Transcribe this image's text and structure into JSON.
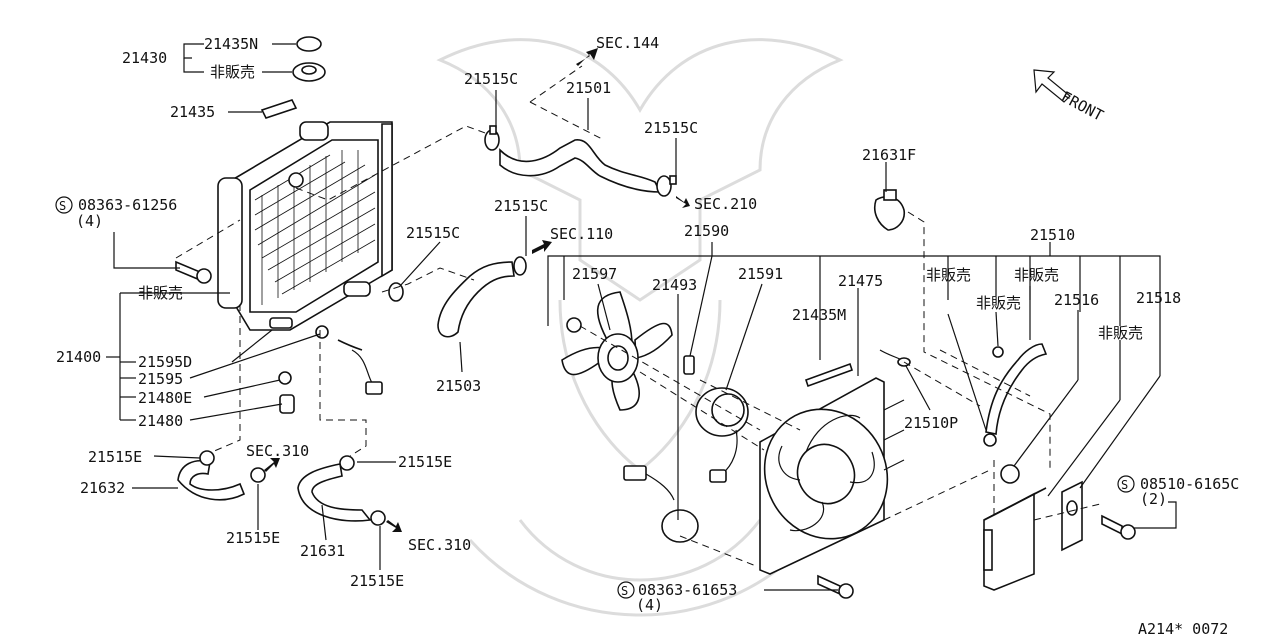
{
  "title": "A214* 0072",
  "direction": "FRONT",
  "labels": {
    "p21430": "21430",
    "p21435N": "21435N",
    "nfs_cap": "非販売",
    "p21435": "21435",
    "bolt_top": "08363-61256",
    "bolt_top_qty": "(4)",
    "nfs_rad": "非販売",
    "p21400": "21400",
    "p21595D": "21595D",
    "p21595": "21595",
    "p21480E": "21480E",
    "p21480": "21480",
    "p21515E_a": "21515E",
    "p21632": "21632",
    "sec310_a": "SEC.310",
    "p21515E_b": "21515E",
    "p21515E_c": "21515E",
    "p21631": "21631",
    "p21515E_d": "21515E",
    "sec310_b": "SEC.310",
    "p21515C_a": "21515C",
    "sec144": "SEC.144",
    "p21501": "21501",
    "p21515C_b": "21515C",
    "sec210": "SEC.210",
    "p21515C_c": "21515C",
    "sec110": "SEC.110",
    "p21515C_d": "21515C",
    "p21503": "21503",
    "p21590": "21590",
    "p21597": "21597",
    "p21493": "21493",
    "p21591": "21591",
    "p21475": "21475",
    "p21435M": "21435M",
    "p21631F": "21631F",
    "p21510": "21510",
    "nfs_a": "非販売",
    "nfs_b": "非販売",
    "nfs_c": "非販売",
    "p21516": "21516",
    "p21518": "21518",
    "nfs_d": "非販売",
    "p21510P": "21510P",
    "bolt_right": "08510-6165C",
    "bolt_right_qty": "(2)",
    "bolt_bottom": "08363-61653",
    "bolt_bottom_qty": "(4)"
  }
}
